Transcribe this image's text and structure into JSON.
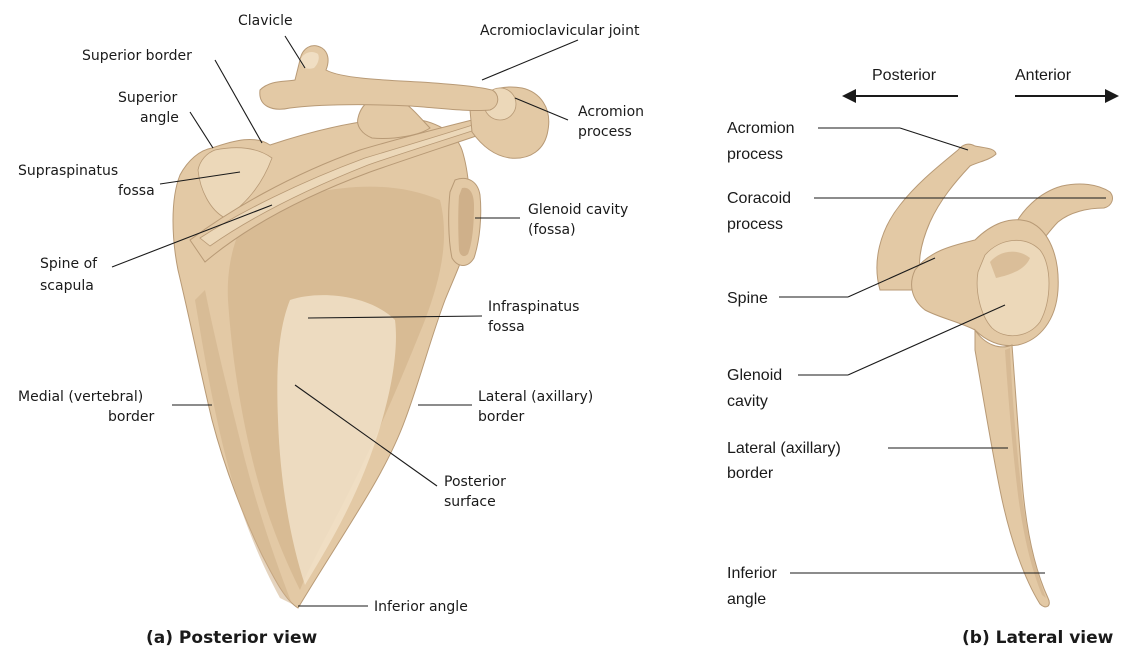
{
  "posterior_view": {
    "caption": "(a) Posterior view",
    "labels": {
      "clavicle": "Clavicle",
      "acromioclavicular_joint": "Acromioclavicular joint",
      "superior_border": "Superior border",
      "superior_angle": [
        "Superior",
        "angle"
      ],
      "acromion_process": [
        "Acromion",
        "process"
      ],
      "supraspinatus_fossa": [
        "Supraspinatus",
        "fossa"
      ],
      "glenoid_cavity": [
        "Glenoid cavity",
        "(fossa)"
      ],
      "spine_of_scapula": [
        "Spine of",
        "scapula"
      ],
      "infraspinatus_fossa": [
        "Infraspinatus",
        "fossa"
      ],
      "medial_border": [
        "Medial (vertebral)",
        "border"
      ],
      "lateral_border": [
        "Lateral (axillary)",
        "border"
      ],
      "posterior_surface": [
        "Posterior",
        "surface"
      ],
      "inferior_angle": "Inferior angle"
    }
  },
  "lateral_view": {
    "caption": "(b) Lateral view",
    "directions": {
      "posterior": "Posterior",
      "anterior": "Anterior"
    },
    "labels": {
      "acromion_process": [
        "Acromion",
        "process"
      ],
      "coracoid_process": [
        "Coracoid",
        "process"
      ],
      "spine": "Spine",
      "glenoid_cavity": [
        "Glenoid",
        "cavity"
      ],
      "lateral_border": [
        "Lateral (axillary)",
        "border"
      ],
      "inferior_angle": [
        "Inferior",
        "angle"
      ]
    }
  },
  "colors": {
    "bone": "#e3c9a5",
    "bone_shadow": "#cfb08a",
    "ink": "#1a1a1a"
  }
}
